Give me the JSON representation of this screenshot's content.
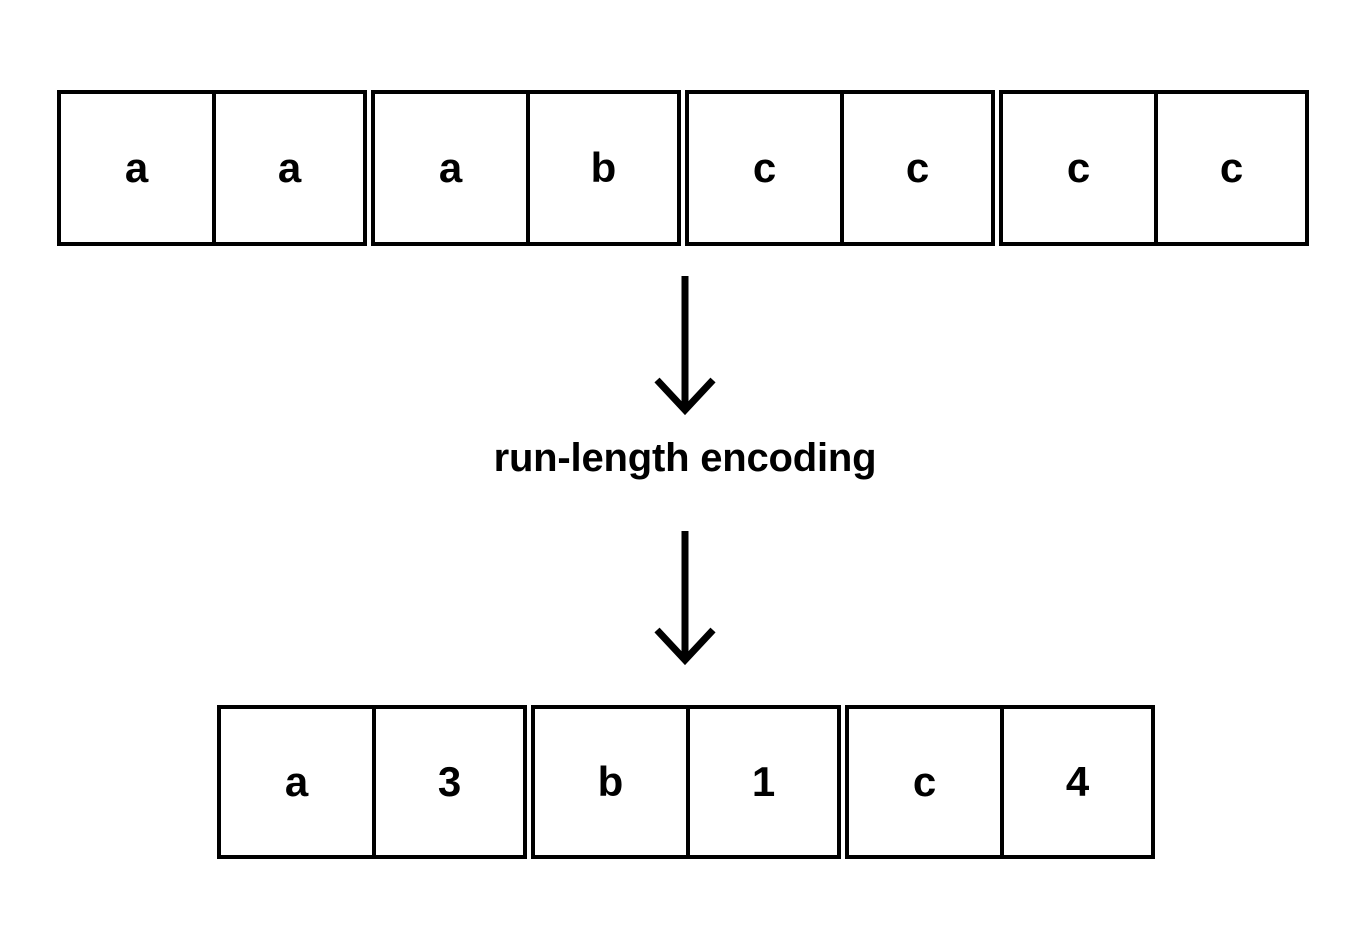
{
  "diagram": {
    "title_text": "run-length encoding",
    "caption": {
      "label": "run-length encoding"
    },
    "colors": {
      "background": "#ffffff",
      "stroke": "#000000",
      "text": "#000000"
    },
    "input_row": {
      "name": "input-sequence",
      "cells": [
        {
          "value": "a"
        },
        {
          "value": "a"
        },
        {
          "value": "a"
        },
        {
          "value": "b"
        },
        {
          "value": "c"
        },
        {
          "value": "c"
        },
        {
          "value": "c"
        },
        {
          "value": "c"
        }
      ],
      "count": 8
    },
    "output_row": {
      "name": "encoded-sequence",
      "cells": [
        {
          "value": "a"
        },
        {
          "value": "3"
        },
        {
          "value": "b"
        },
        {
          "value": "1"
        },
        {
          "value": "c"
        },
        {
          "value": "4"
        }
      ],
      "count": 6
    },
    "arrows": [
      {
        "name": "arrow-top",
        "direction": "down"
      },
      {
        "name": "arrow-bottom",
        "direction": "down"
      }
    ]
  }
}
